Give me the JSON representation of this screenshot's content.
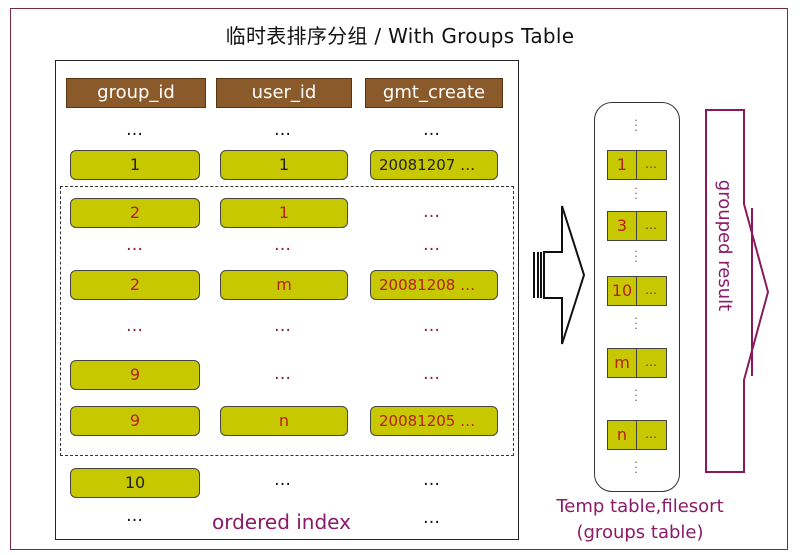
{
  "title": "临时表排序分组 / With Groups Table",
  "headers": [
    "group_id",
    "user_id",
    "gmt_create"
  ],
  "ellipsis": "…",
  "rows": {
    "r1": {
      "group_id": "1",
      "user_id": "1",
      "gmt_create": "20081207"
    },
    "r2": {
      "group_id": "2",
      "user_id": "1"
    },
    "r3": {
      "group_id": "2",
      "user_id": "m",
      "gmt_create": "20081208"
    },
    "r4": {
      "group_id": "9"
    },
    "r5": {
      "group_id": "9",
      "user_id": "n",
      "gmt_create": "20081205"
    },
    "r6": {
      "group_id": "10"
    }
  },
  "ordered_index_label": "ordered index",
  "temp_table": {
    "cells": [
      "1",
      "3",
      "10",
      "m",
      "n"
    ],
    "caption_line1": "Temp table,filesort",
    "caption_line2": "(groups table)"
  },
  "grouped_result_label": "grouped result"
}
